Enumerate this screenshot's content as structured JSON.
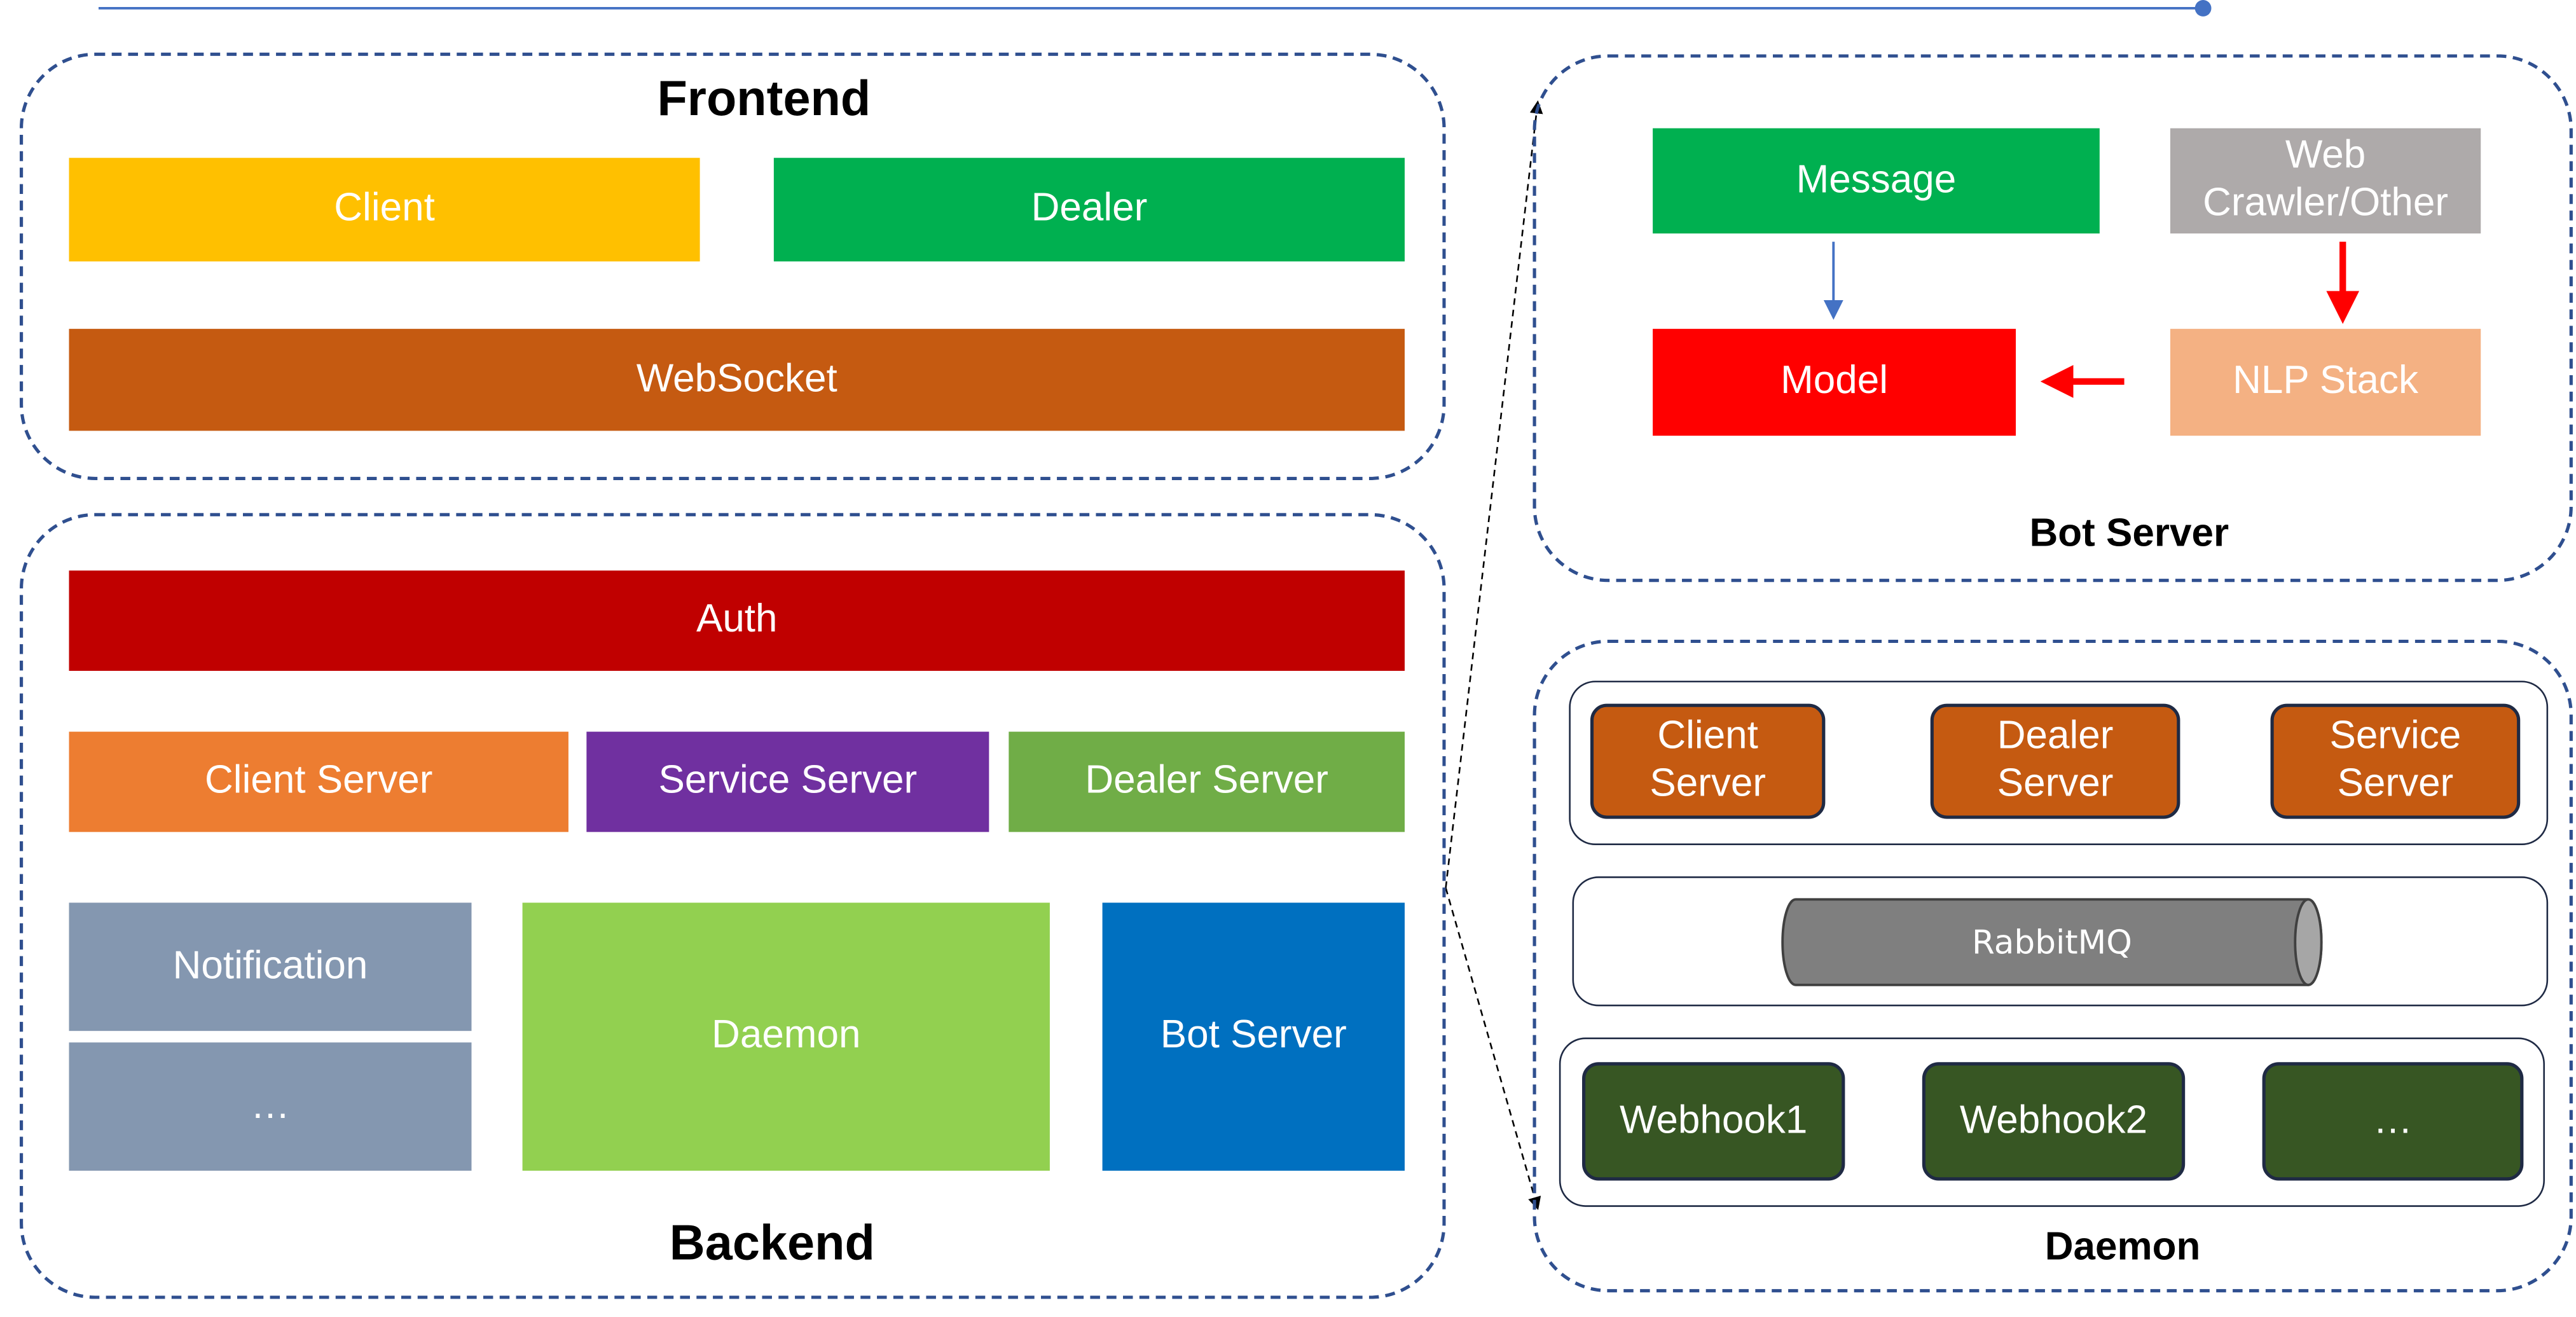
{
  "frontend": {
    "title": "Frontend",
    "client": "Client",
    "dealer": "Dealer",
    "websocket": "WebSocket"
  },
  "backend": {
    "title": "Backend",
    "auth": "Auth",
    "client_server": "Client Server",
    "service_server": "Service Server",
    "dealer_server": "Dealer Server",
    "notification": "Notification",
    "ellipsis": "…",
    "daemon": "Daemon",
    "bot_server": "Bot Server"
  },
  "bot_server_detail": {
    "title": "Bot Server",
    "message": "Message",
    "web_crawler": "Web\nCrawler/Other",
    "model": "Model",
    "nlp_stack": "NLP Stack"
  },
  "daemon_detail": {
    "title": "Daemon",
    "client_server": "Client\nServer",
    "dealer_server": "Dealer\nServer",
    "service_server": "Service\nServer",
    "rabbitmq": "RabbitMQ",
    "webhook1": "Webhook1",
    "webhook2": "Webhook2",
    "ellipsis": "…"
  },
  "colors": {
    "client": "#FFC000",
    "dealer": "#00B050",
    "websocket": "#C55A11",
    "auth": "#C00000",
    "client_server": "#ED7D31",
    "service_server": "#7030A0",
    "dealer_server": "#70AD47",
    "notification": "#8497B0",
    "daemon": "#92D050",
    "bot_server": "#0070C0",
    "message": "#00B050",
    "web_crawler": "#AEAAAA",
    "model": "#FF0000",
    "nlp_stack": "#F4B183",
    "daemon_servers": "#C55A11",
    "rabbitmq": "#7F7F7F",
    "webhooks": "#375623",
    "panel_border": "#2F4F8F"
  }
}
